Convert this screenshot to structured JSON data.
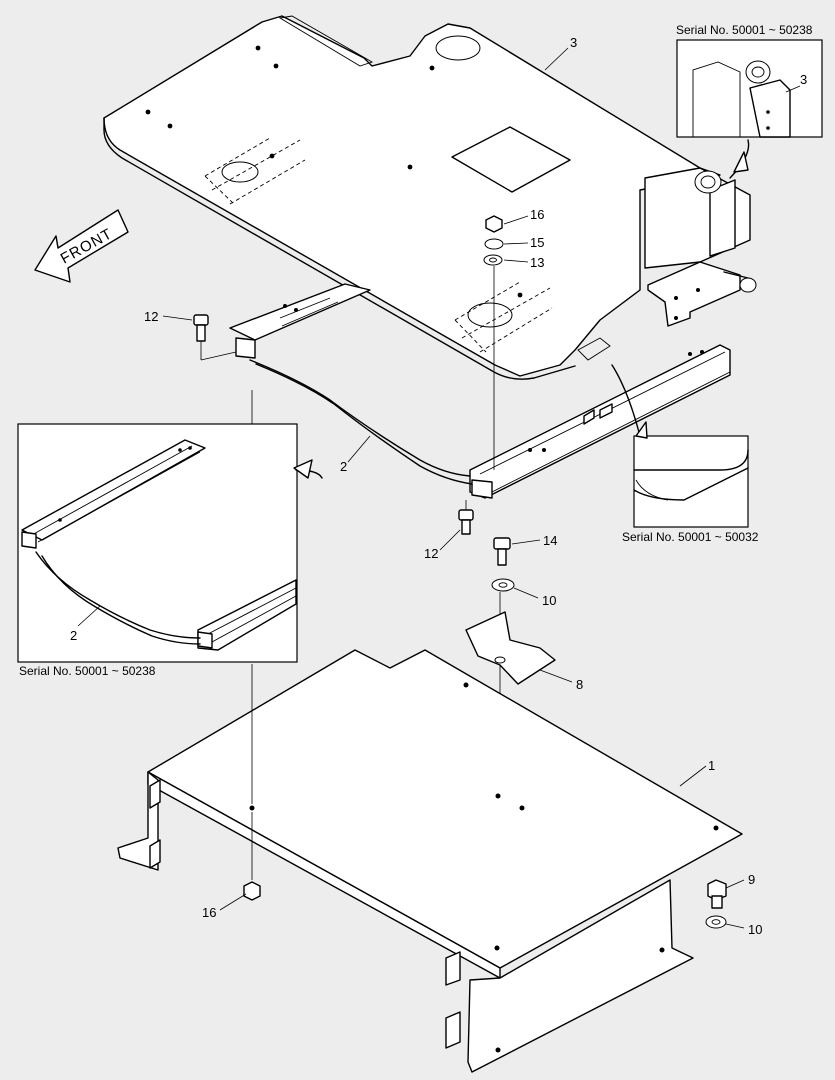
{
  "direction_label": "FRONT",
  "callouts": {
    "c3_top": "3",
    "c3_inset": "3",
    "c16_top": "16",
    "c15": "15",
    "c13": "13",
    "c12_left": "12",
    "c2_main": "2",
    "c2_inset": "2",
    "c12_mid": "12",
    "c14": "14",
    "c10_mid": "10",
    "c8": "8",
    "c1": "1",
    "c9": "9",
    "c10_right": "10",
    "c16_bottom": "16"
  },
  "serials": {
    "inset_top_right": "Serial No.  50001 ~ 50238",
    "inset_corner": "Serial No.  50001 ~ 50032",
    "inset_rail": "Serial No.  50001 ~ 50238"
  }
}
